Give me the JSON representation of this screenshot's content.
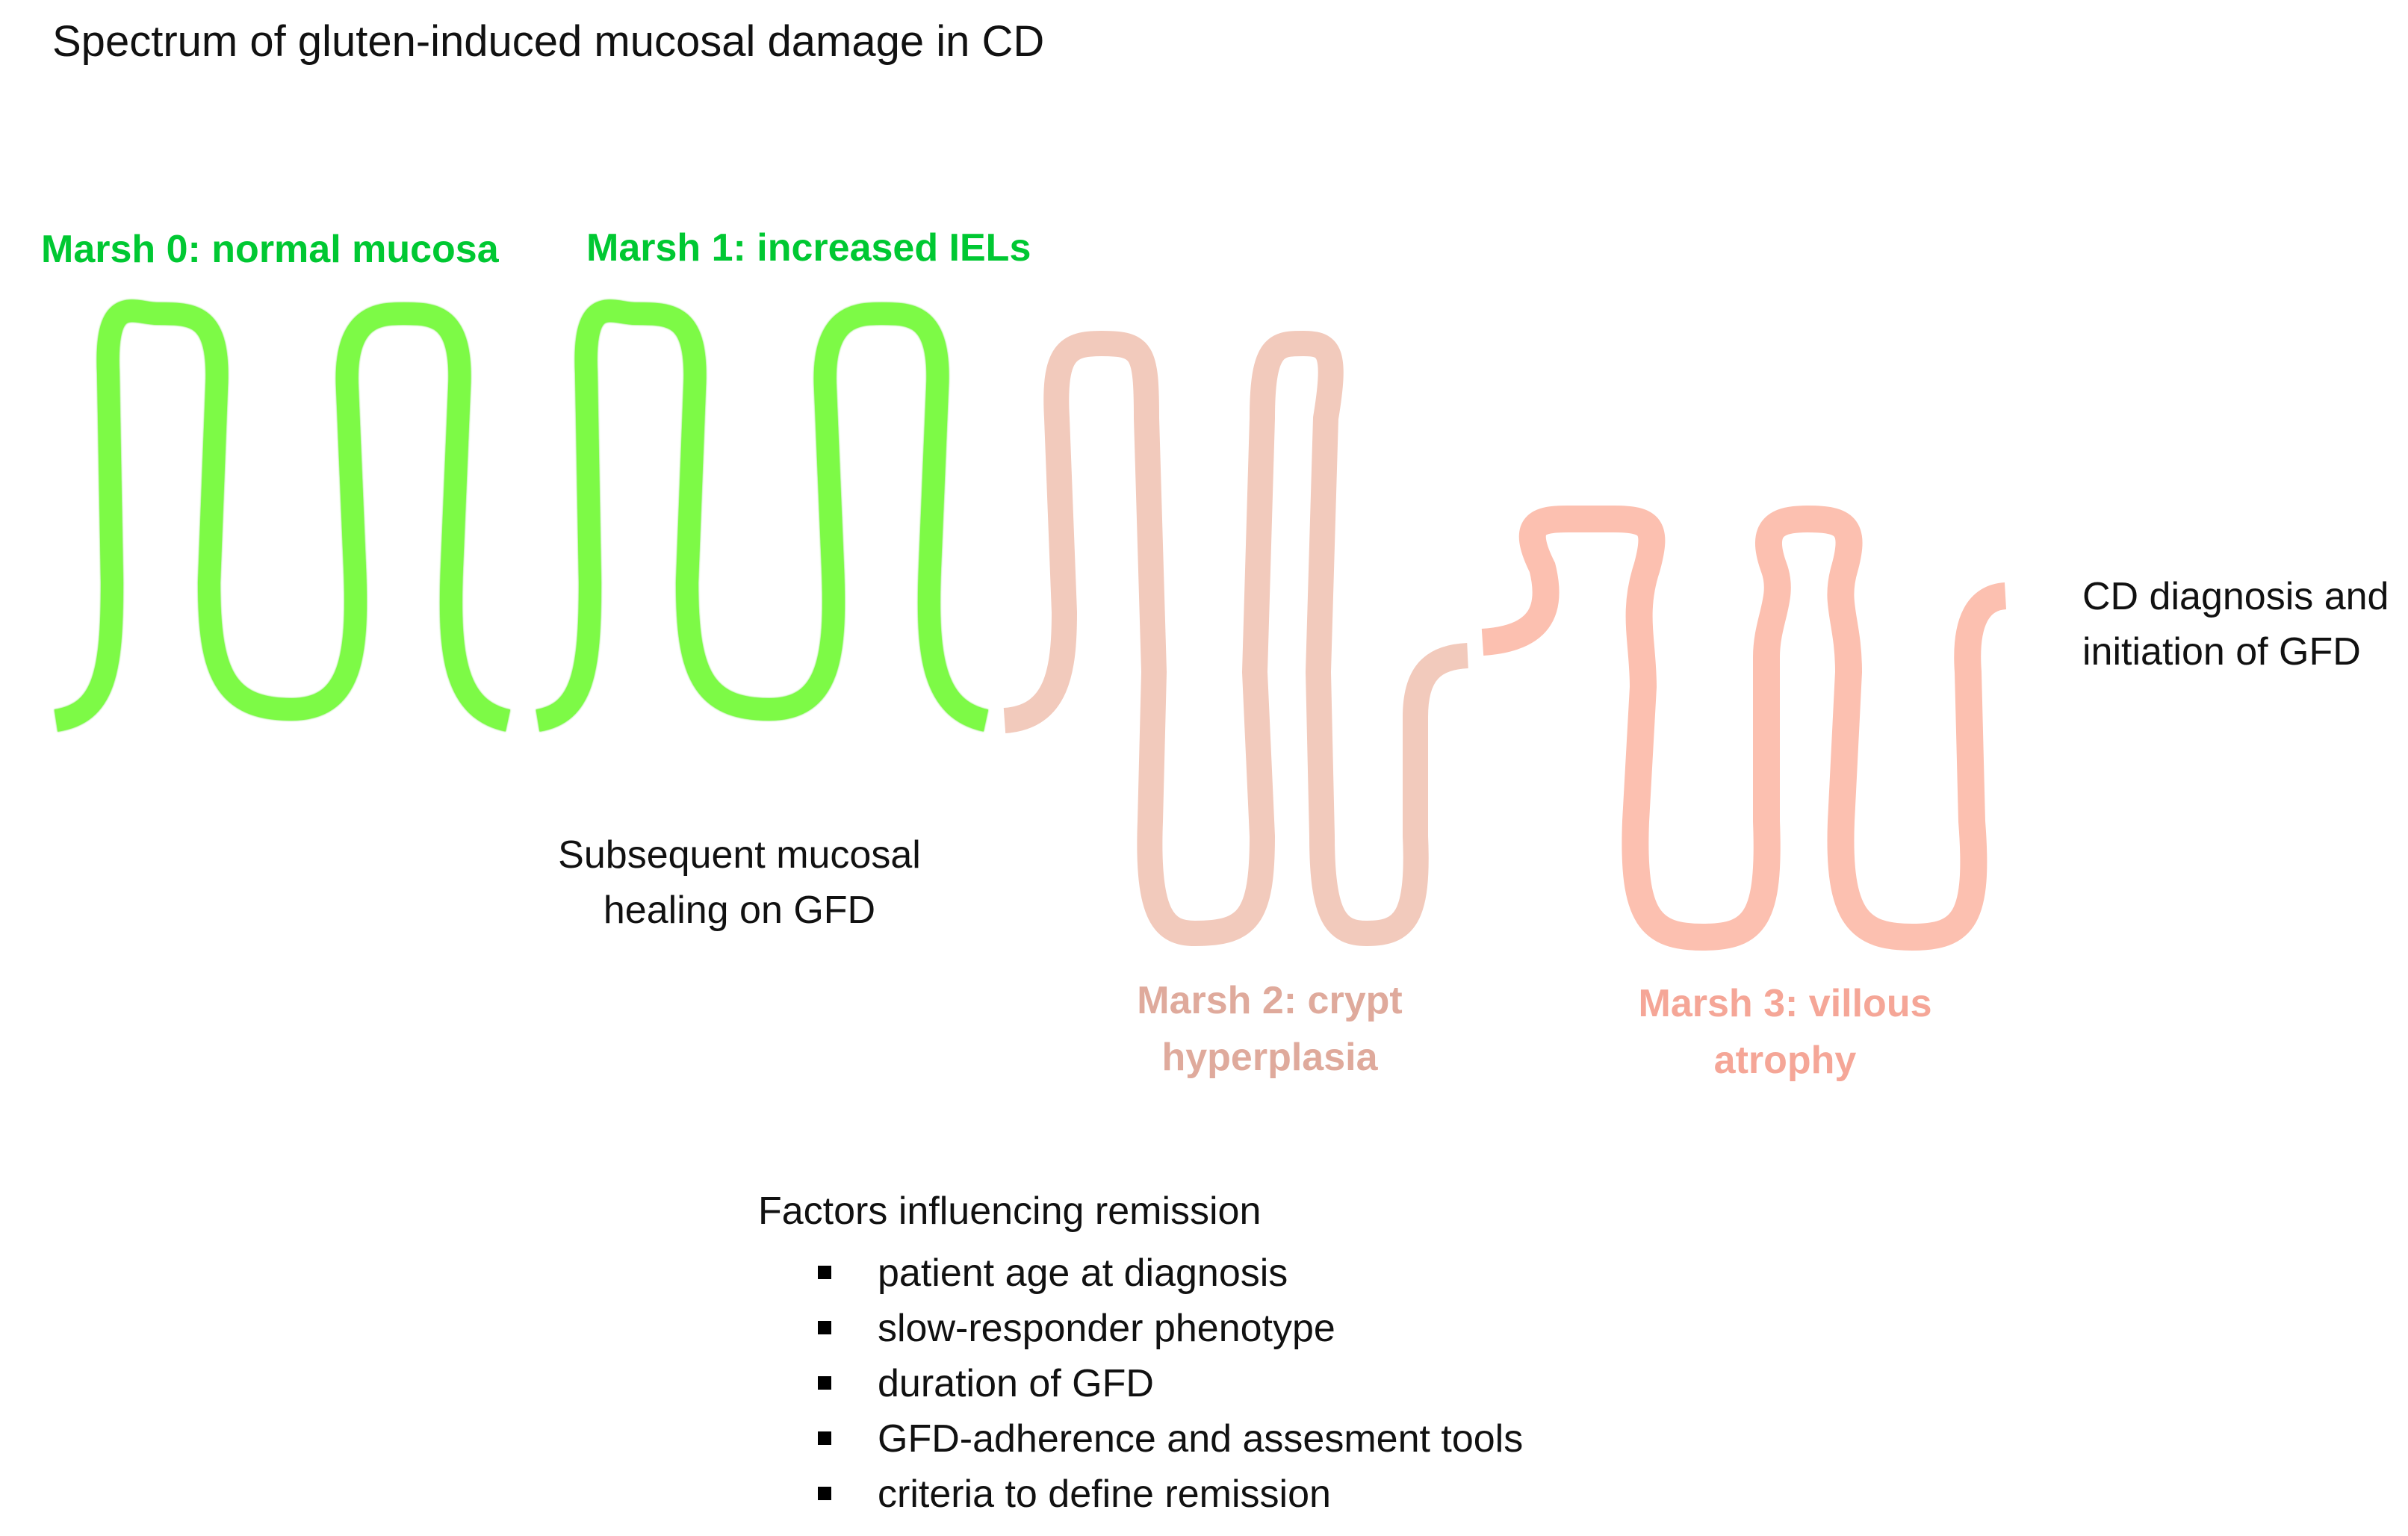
{
  "title": "Spectrum of gluten-induced mucosal damage in CD",
  "stages": [
    {
      "label": "Marsh 0: normal mucosa",
      "color": "#00c832"
    },
    {
      "label": "Marsh 1: increased IELs",
      "color": "#00c832"
    },
    {
      "label_lines": [
        "Marsh 2: crypt",
        "hyperplasia"
      ],
      "color": "#dfaa9c"
    },
    {
      "label_lines": [
        "Marsh 3: villous",
        "atrophy"
      ],
      "color": "#f5a697"
    }
  ],
  "mucosa_colors": {
    "healthy_fill": "#7dfa46",
    "healthy_stroke": "#5fe030",
    "crypt_fill": "#f2cabc",
    "atrophy_fill": "#fcc0b0"
  },
  "diagnosis_note": [
    "CD diagnosis and",
    "initiation of GFD"
  ],
  "healing_note": [
    "Subsequent mucosal",
    "healing on GFD"
  ],
  "factors": {
    "heading": "Factors influencing remission",
    "items": [
      "patient age at diagnosis",
      "slow-responder phenotype",
      "duration of GFD",
      "GFD-adherence and assesment tools",
      "criteria to define remission"
    ]
  }
}
